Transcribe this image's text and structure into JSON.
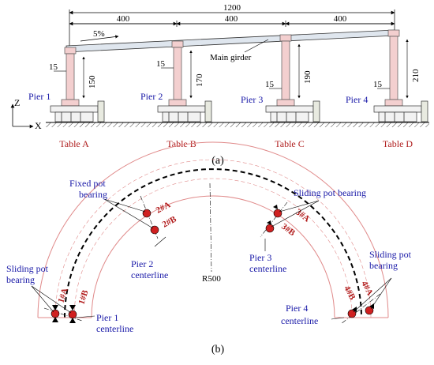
{
  "figure_a": {
    "span_total": "1200",
    "span_labels": [
      "400",
      "400",
      "400"
    ],
    "slope": "5%",
    "girder_label": "Main girder",
    "pier_width": "15",
    "pier_heights": [
      "150",
      "170",
      "190",
      "210"
    ],
    "pier_labels": [
      "Pier 1",
      "Pier 2",
      "Pier 3",
      "Pier 4"
    ],
    "table_labels": [
      "Table A",
      "Table B",
      "Table C",
      "Table D"
    ],
    "axis_z": "Z",
    "axis_x": "X",
    "caption": "(a)"
  },
  "figure_b": {
    "fixed_bearing_label": [
      "Fixed pot",
      "bearing"
    ],
    "sliding_left_label": [
      "Sliding pot",
      "bearing"
    ],
    "sliding_top_label": "Sliding pot bearing",
    "sliding_right_label": [
      "Sliding pot",
      "bearing"
    ],
    "radius_label": "R500",
    "pier_centerlines": [
      [
        "Pier 1",
        "centerline"
      ],
      [
        "Pier 2",
        "centerline"
      ],
      [
        "Pier 3",
        "centerline"
      ],
      [
        "Pier 4",
        "centerline"
      ]
    ],
    "bearing_tags": [
      "1#A",
      "1#B",
      "2#A",
      "2#B",
      "3#A",
      "3#B",
      "4#A",
      "4#B"
    ],
    "caption": "(b)"
  },
  "colors": {
    "pier_fill": "#f3cfcf",
    "girder_fill": "#dfe6ee",
    "bearing_red": "#d02020",
    "label_blue": "#1a1aa8",
    "table_red": "#b02020",
    "arc_line": "#e08a8a"
  }
}
